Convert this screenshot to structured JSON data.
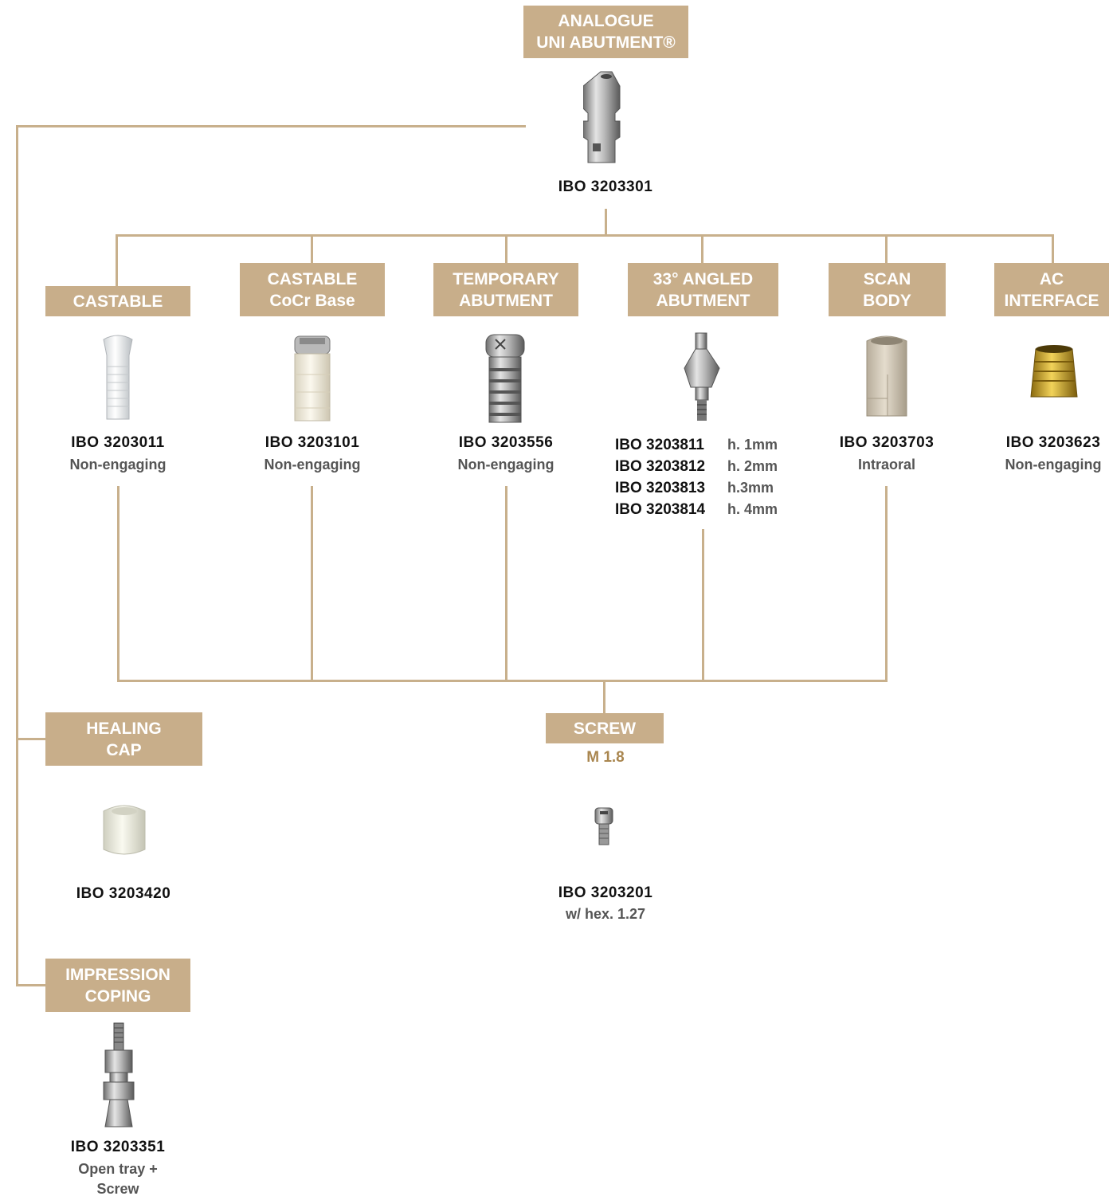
{
  "colors": {
    "connector": "#c8b08c",
    "header_bg": "#c8ae8a",
    "header_text": "#ffffff",
    "accent": "#a9864f"
  },
  "root": {
    "header_line1": "ANALOGUE",
    "header_line2": "UNI ABUTMENT®",
    "code": "IBO 3203301",
    "icon": "analogue-icon"
  },
  "products": [
    {
      "header_line1": "CASTABLE",
      "header_line2": "",
      "code": "IBO 3203011",
      "sub": "Non-engaging",
      "icon": "castable-icon"
    },
    {
      "header_line1": "CASTABLE",
      "header_line2": "CoCr Base",
      "code": "IBO 3203101",
      "sub": "Non-engaging",
      "icon": "castable-cocr-icon"
    },
    {
      "header_line1": "TEMPORARY",
      "header_line2": "ABUTMENT",
      "code": "IBO 3203556",
      "sub": "Non-engaging",
      "icon": "temporary-abutment-icon"
    },
    {
      "header_line1": "33° ANGLED",
      "header_line2": "ABUTMENT",
      "icon": "angled-abutment-icon",
      "variants": [
        {
          "code": "IBO 3203811",
          "height": "h. 1mm"
        },
        {
          "code": "IBO 3203812",
          "height": "h. 2mm"
        },
        {
          "code": "IBO 3203813",
          "height": "h.3mm"
        },
        {
          "code": "IBO 3203814",
          "height": "h. 4mm"
        }
      ]
    },
    {
      "header_line1": "SCAN",
      "header_line2": "BODY",
      "code": "IBO 3203703",
      "sub": "Intraoral",
      "icon": "scan-body-icon"
    },
    {
      "header_line1": "AC",
      "header_line2": "INTERFACE",
      "code": "IBO 3203623",
      "sub": "Non-engaging",
      "icon": "ac-interface-icon"
    }
  ],
  "healing_cap": {
    "header_line1": "HEALING",
    "header_line2": "CAP",
    "code": "IBO 3203420",
    "icon": "healing-cap-icon"
  },
  "impression_coping": {
    "header_line1": "IMPRESSION",
    "header_line2": "COPING",
    "code": "IBO 3203351",
    "sub_line1": "Open tray +",
    "sub_line2": "Screw",
    "icon": "impression-coping-icon"
  },
  "screw": {
    "header": "SCREW",
    "size": "M 1.8",
    "code": "IBO 3203201",
    "sub": "w/ hex. 1.27",
    "icon": "screw-icon"
  }
}
